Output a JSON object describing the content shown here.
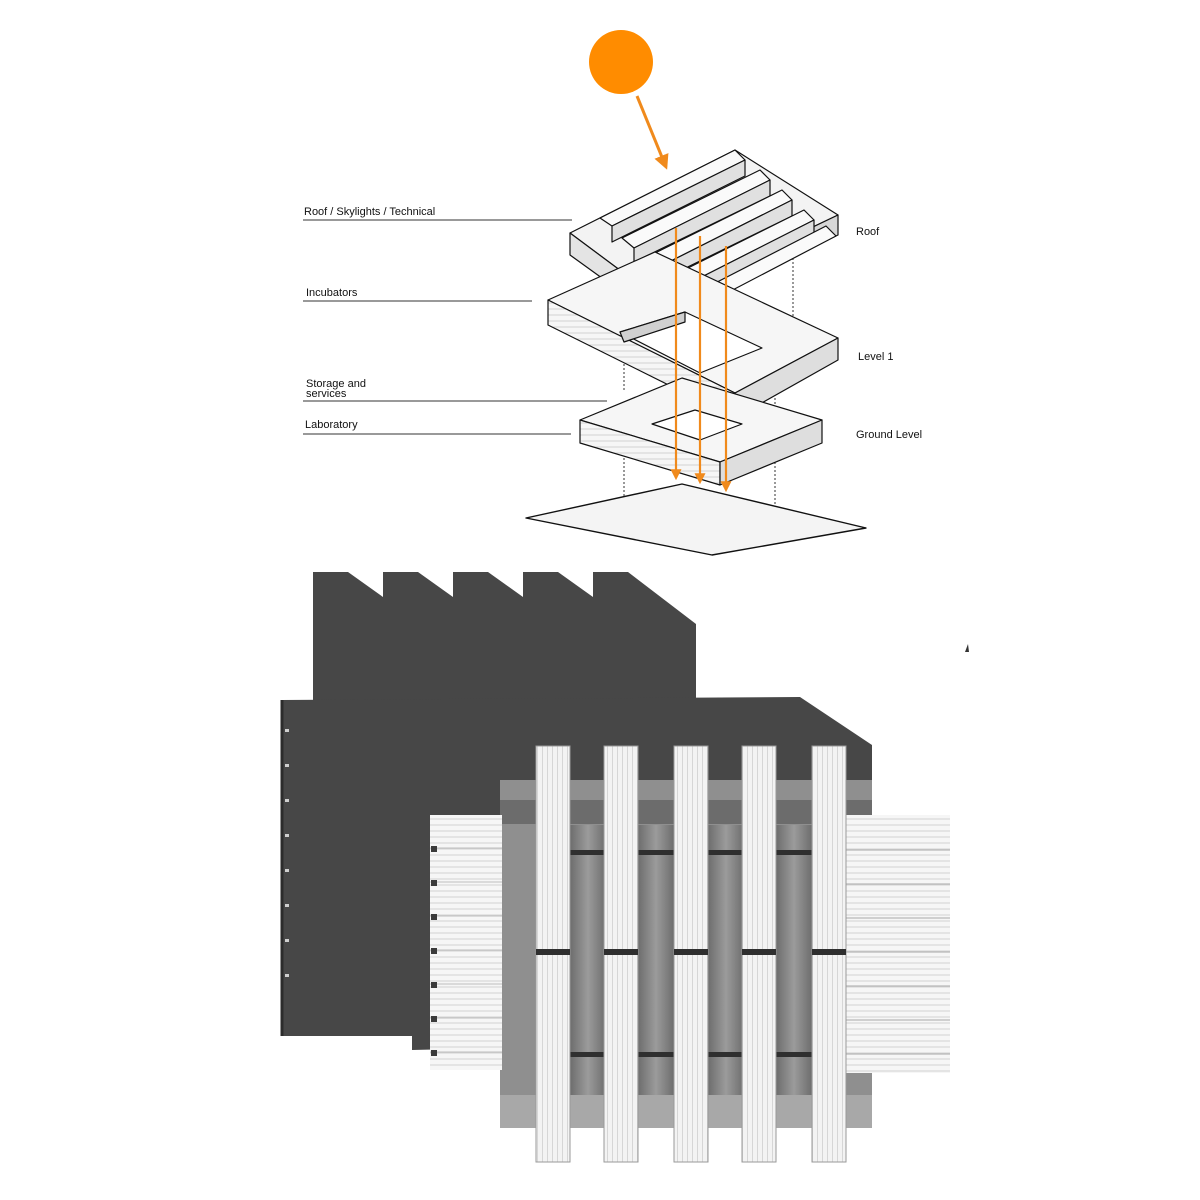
{
  "diagram": {
    "left_labels": {
      "roof_program": "Roof / Skylights / Technical",
      "incubators": "Incubators",
      "storage_line1": "Storage and",
      "storage_line2": "services",
      "laboratory": "Laboratory"
    },
    "right_labels": {
      "roof": "Roof",
      "level1": "Level 1",
      "ground": "Ground Level"
    }
  },
  "colors": {
    "sun": "#ff8c00",
    "arrow": "#f08a1c",
    "dark_mass": "#474747",
    "slab_light": "#f4f4f4",
    "line": "#111111"
  }
}
